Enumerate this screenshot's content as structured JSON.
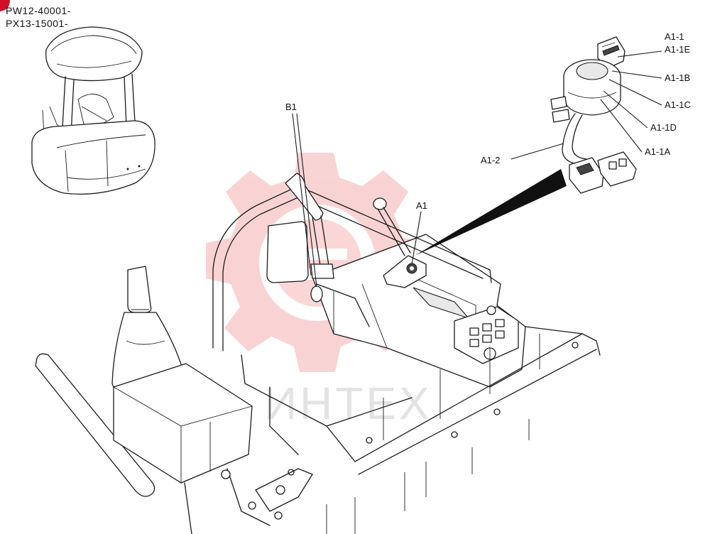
{
  "serial_ranges": [
    "PW12-40001-",
    "PX13-15001-"
  ],
  "watermark": {
    "text": "ИНТЕХ",
    "color": "#f2a0a0"
  },
  "callouts": {
    "b1": "B1",
    "a1": "A1",
    "a1_1": "A1-1",
    "a1_1e": "A1-1E",
    "a1_1b": "A1-1B",
    "a1_1c": "A1-1C",
    "a1_1d": "A1-1D",
    "a1_1a": "A1-1A",
    "a1_2": "A1-2"
  },
  "colors": {
    "line": "#1a1a1a",
    "corner_badge": "#d0102a"
  }
}
